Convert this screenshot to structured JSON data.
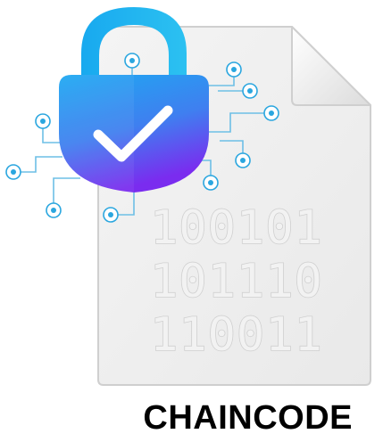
{
  "document": {
    "binary_lines": [
      "100101",
      "101110",
      "110011"
    ]
  },
  "lock": {
    "status": "verified"
  },
  "caption": {
    "text": "CHAINCODE"
  },
  "colors": {
    "shackle": "#22b3ee",
    "lock_body_top": "#1fa6f0",
    "lock_body_bottom": "#7a2ff0",
    "checkmark": "#ffffff",
    "circuit": "#2aa6df",
    "paper": "#f0f0f0",
    "paper_border": "#cfcfcf",
    "caption": "#000000"
  },
  "icons": [
    "document-icon",
    "padlock-icon",
    "checkmark-icon",
    "circuit-node-icon"
  ]
}
